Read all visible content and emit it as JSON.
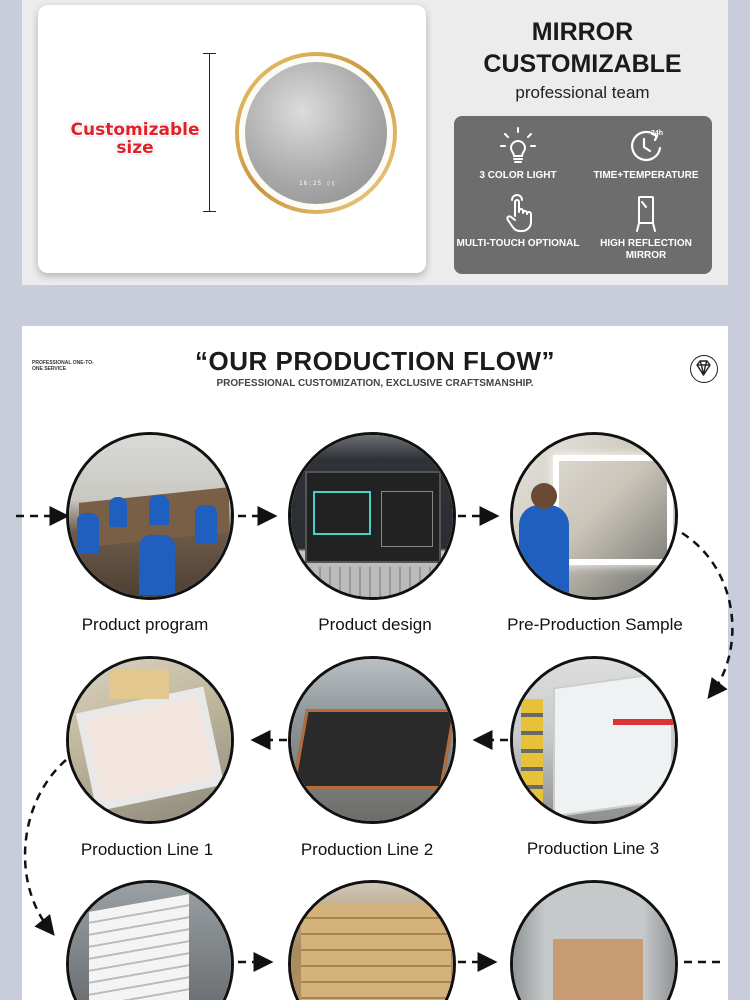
{
  "hero": {
    "customizable_label": "Customizable size",
    "mirror_display": "16:25 ▯▯",
    "title": "MIRROR CUSTOMIZABLE",
    "subtitle": "professional team",
    "features": [
      {
        "icon": "light-bulb-icon",
        "label": "3 COLOR LIGHT"
      },
      {
        "icon": "clock-24h-icon",
        "label": "TIME+TEMPERATURE"
      },
      {
        "icon": "touch-hand-icon",
        "label": "MULTI-TOUCH OPTIONAL"
      },
      {
        "icon": "mirror-stand-icon",
        "label": "HIGH REFLECTION MIRROR"
      }
    ]
  },
  "production": {
    "tag": "PROFESSIONAL ONE-TO-ONE SERVICE",
    "title": "“OUR PRODUCTION FLOW”",
    "subtitle": "PROFESSIONAL CUSTOMIZATION, EXCLUSIVE CRAFTSMANSHIP.",
    "badge_icon": "diamond-icon",
    "steps": [
      {
        "label": "Product program"
      },
      {
        "label": "Product design"
      },
      {
        "label": "Pre-Production Sample"
      },
      {
        "label": "Production Line 1"
      },
      {
        "label": "Production Line 2"
      },
      {
        "label": "Production Line 3"
      }
    ]
  },
  "colors": {
    "background": "#c9cddb",
    "feature_box": "#6d6d6d",
    "accent_red": "#e0212a",
    "gold_frame": "#c8953d"
  }
}
